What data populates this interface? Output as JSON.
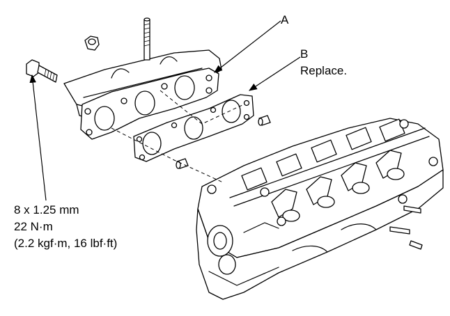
{
  "callouts": {
    "a": {
      "letter": "A"
    },
    "b": {
      "letter": "B",
      "note": "Replace."
    }
  },
  "torque_spec": {
    "size": "8 x 1.25 mm",
    "torque_nm": "22 N·m",
    "torque_alt": "(2.2 kgf·m, 16 lbf·ft)"
  }
}
